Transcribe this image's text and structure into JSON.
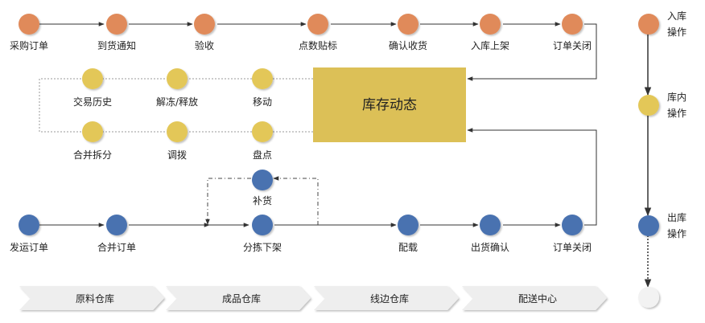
{
  "colors": {
    "inbound": "#e08a5a",
    "internal": "#e3c758",
    "outbound": "#4a72b0",
    "inventory_box": "#dcc057",
    "line": "#333333",
    "banner": "#eeeeee"
  },
  "inbound_flow": [
    "采购订单",
    "到货通知",
    "验收",
    "点数贴标",
    "确认收货",
    "入库上架",
    "订单关闭"
  ],
  "inventory_box_label": "库存动态",
  "internal_ops_top": [
    "交易历史",
    "解冻/释放",
    "移动"
  ],
  "internal_ops_bottom": [
    "合并拆分",
    "调拨",
    "盘点"
  ],
  "replenish_label": "补货",
  "outbound_flow": [
    "发运订单",
    "合并订单",
    "分拣下架",
    "配载",
    "出货确认",
    "订单关闭"
  ],
  "warehouses": [
    "原料仓库",
    "成品仓库",
    "线边仓库",
    "配送中心"
  ],
  "legend": [
    {
      "line1": "入库",
      "line2": "操作"
    },
    {
      "line1": "库内",
      "line2": "操作"
    },
    {
      "line1": "出库",
      "line2": "操作"
    }
  ]
}
